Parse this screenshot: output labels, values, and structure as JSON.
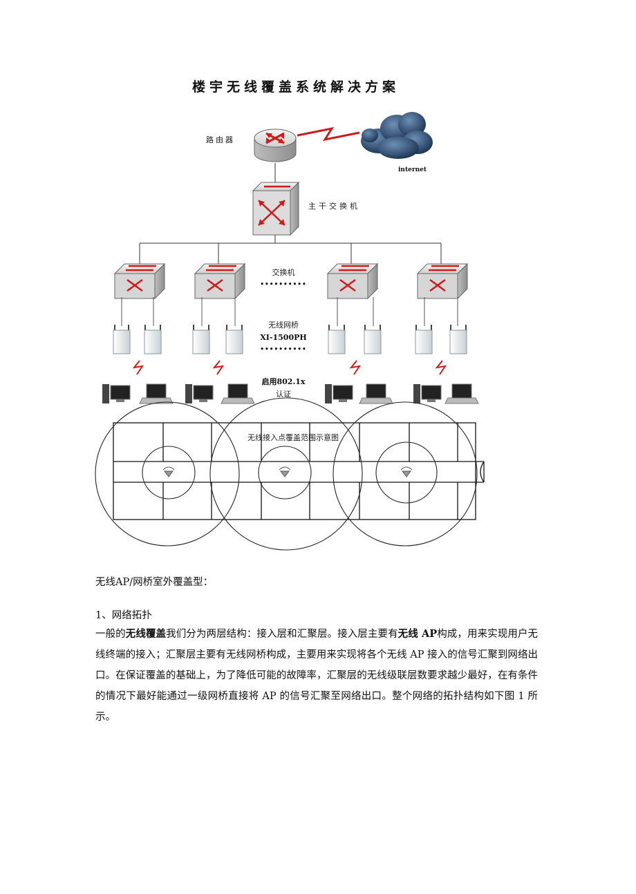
{
  "diagram": {
    "title": "楼宇无线覆盖系统解决方案",
    "router_label": "路由器",
    "internet_label": "internet",
    "core_switch_label": "主干交换机",
    "switch_label": "交换机",
    "bridge_label": "无线网桥",
    "bridge_model": "XI-1500PH",
    "auth_label_line1": "启用802.1x",
    "auth_label_line2": "认证",
    "coverage_label": "无线接入点覆盖范围示意图",
    "dots": "••••••••••",
    "colors": {
      "arrow_red": "#cc1b1b",
      "cloud": "#1f3a5a",
      "line": "#333333"
    }
  },
  "text": {
    "caption": "无线AP/网桥室外覆盖型：",
    "section_heading": "1、网络拓扑",
    "p_seg1": "一般的",
    "p_bold1": "无线覆盖",
    "p_seg2": "我们分为两层结构：接入层和汇聚层。接入层主要有",
    "p_bold2": "无线 AP",
    "p_seg3": "构成，用来实现用户无线终端的接入；汇聚层主要有无线网桥构成，主要用来实现将各个无线 AP 接入的信号汇聚到网络出口。在保证覆盖的基础上，为了降低可能的故障率，汇聚层的无线级联层数要求越少最好，在有条件的情况下最好能通过一级网桥直接将 AP 的信号汇聚至网络出口。整个网络的拓扑结构如下图 1 所示。"
  }
}
